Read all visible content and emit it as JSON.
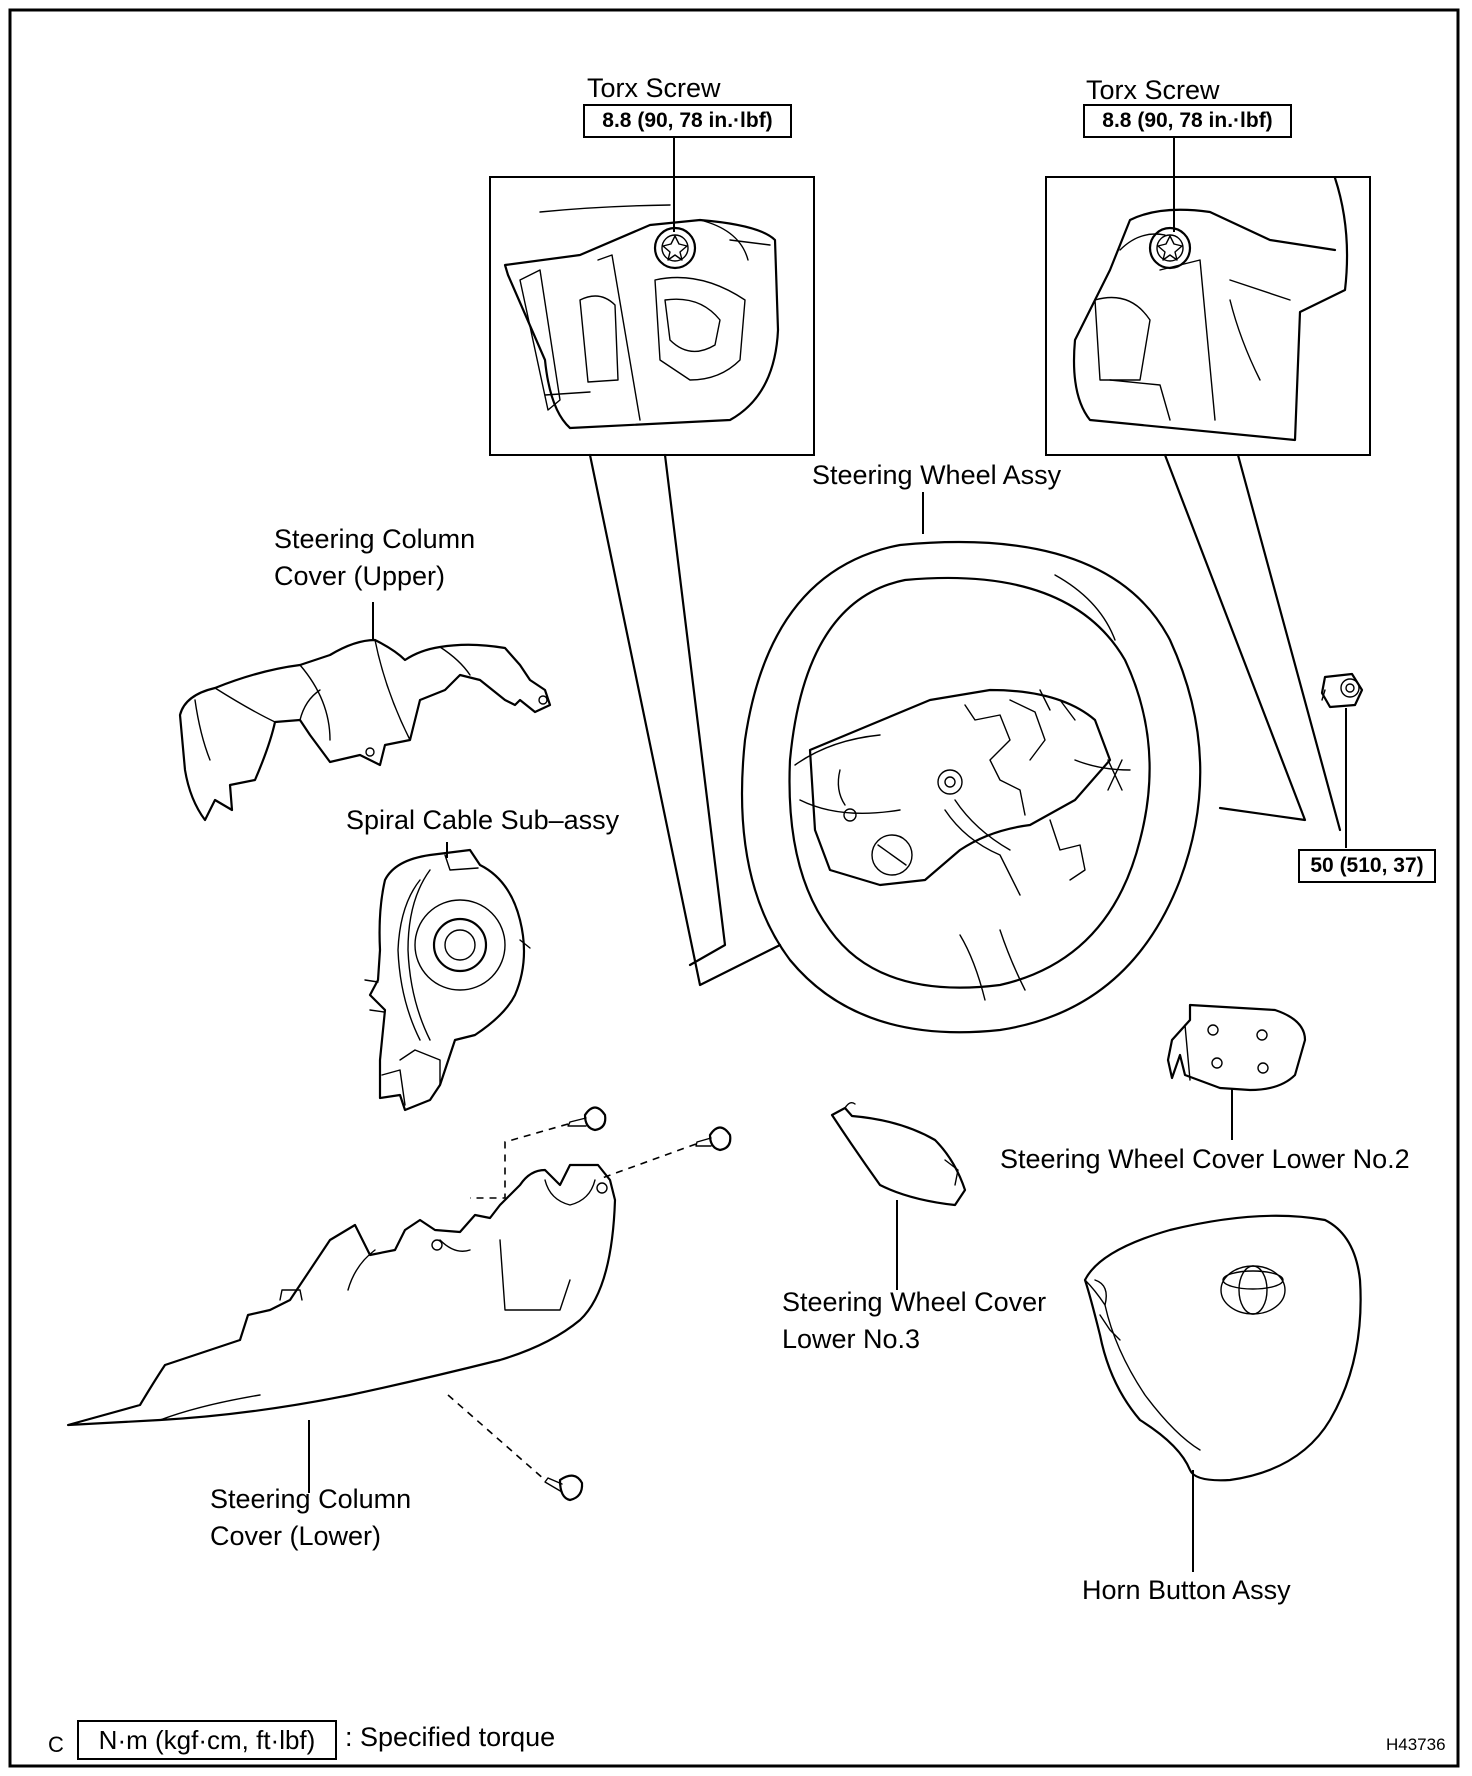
{
  "labels": {
    "torx_screw_left": "Torx Screw",
    "torx_screw_right": "Torx Screw",
    "steering_wheel_assy": "Steering Wheel Assy",
    "column_cover_upper": [
      "Steering Column",
      "Cover (Upper)"
    ],
    "spiral_cable": "Spiral Cable Sub–assy",
    "cover_lower_no2": "Steering Wheel Cover Lower No.2",
    "cover_lower_no3": [
      "Steering Wheel Cover",
      "Lower No.3"
    ],
    "column_cover_lower": [
      "Steering Column",
      "Cover (Lower)"
    ],
    "horn_button_assy": "Horn Button Assy"
  },
  "torques": {
    "torx_left": "8.8 (90, 78 in.·lbf)",
    "torx_right": "8.8 (90, 78 in.·lbf)",
    "nut": "50 (510, 37)"
  },
  "legend": {
    "code": "C",
    "unit_box": "N·m (kgf·cm, ft·lbf)",
    "text": ": Specified torque"
  },
  "figure_id": "H43736",
  "colors": {
    "line": "#000000",
    "background": "#ffffff"
  }
}
